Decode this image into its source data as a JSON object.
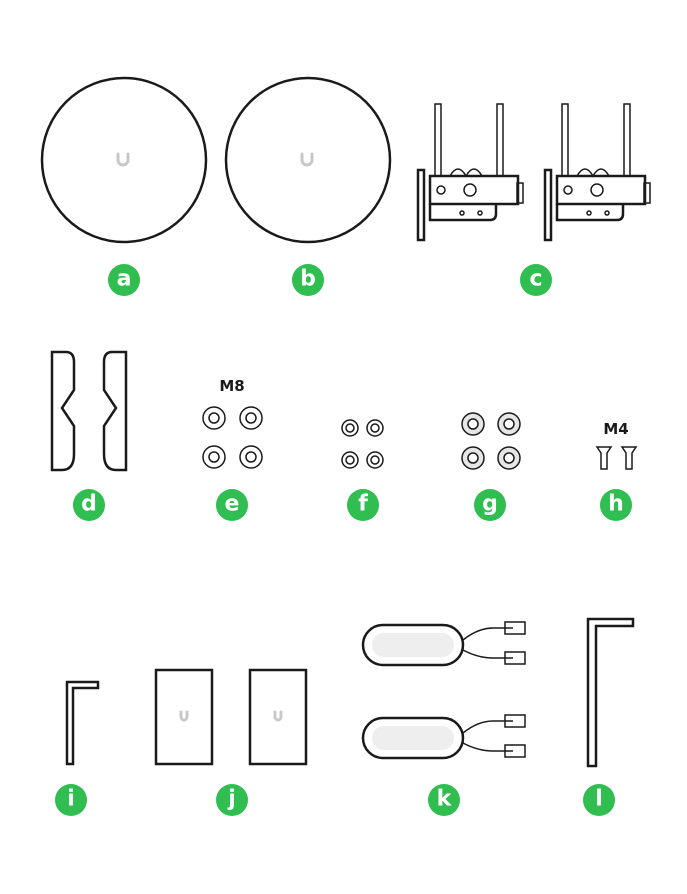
{
  "labels": {
    "a": "a",
    "b": "b",
    "c": "c",
    "d": "d",
    "e": "e",
    "f": "f",
    "g": "g",
    "h": "h",
    "i": "i",
    "j": "j",
    "k": "k",
    "l": "l"
  },
  "sizes": {
    "e": "M8",
    "h": "M4"
  },
  "colors": {
    "badge": "#2fbe4f",
    "line": "#1a1a1a"
  }
}
